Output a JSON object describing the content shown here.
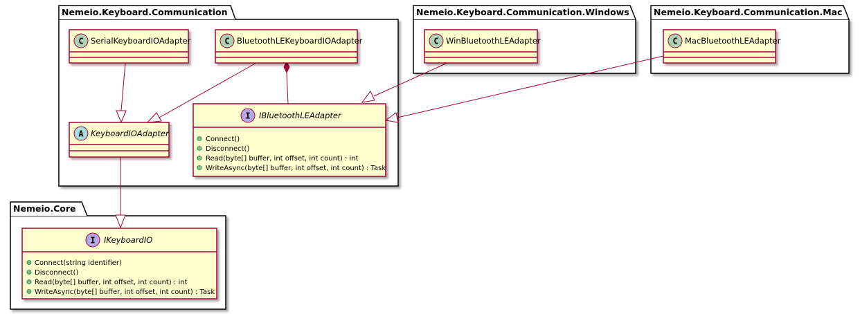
{
  "packages": {
    "communication": {
      "label": "Nemeio.Keyboard.Communication"
    },
    "windows": {
      "label": "Nemeio.Keyboard.Communication.Windows"
    },
    "mac": {
      "label": "Nemeio.Keyboard.Communication.Mac"
    },
    "core": {
      "label": "Nemeio.Core"
    }
  },
  "classes": {
    "serial": {
      "stereotype": "C",
      "name": "SerialKeyboardIOAdapter"
    },
    "bluetooth": {
      "stereotype": "C",
      "name": "BluetoothLEKeyboardIOAdapter"
    },
    "keyboard_io_adapter": {
      "stereotype": "A",
      "name": "KeyboardIOAdapter"
    },
    "ibluetooth": {
      "stereotype": "I",
      "name": "IBluetoothLEAdapter",
      "methods": [
        "Connect()",
        "Disconnect()",
        "Read(byte[] buffer, int offset, int count) : int",
        "WriteAsync(byte[] buffer, int offset, int count) : Task"
      ]
    },
    "win": {
      "stereotype": "C",
      "name": "WinBluetoothLEAdapter"
    },
    "mac_adapter": {
      "stereotype": "C",
      "name": "MacBluetoothLEAdapter"
    },
    "ikeyboard_io": {
      "stereotype": "I",
      "name": "IKeyboardIO",
      "methods": [
        "Connect(string identifier)",
        "Disconnect()",
        "Read(byte[] buffer, int offset, int count) : int",
        "WriteAsync(byte[] buffer, int offset, int count) : Task"
      ]
    }
  },
  "colors": {
    "class_fill": "#FEFECE",
    "class_border": "#A80036",
    "circle_class": "#ADD1B2",
    "circle_abstract": "#A9DCDF",
    "circle_interface": "#B4A7E5",
    "method_dot": "#84BE84",
    "package_border": "#000000"
  }
}
